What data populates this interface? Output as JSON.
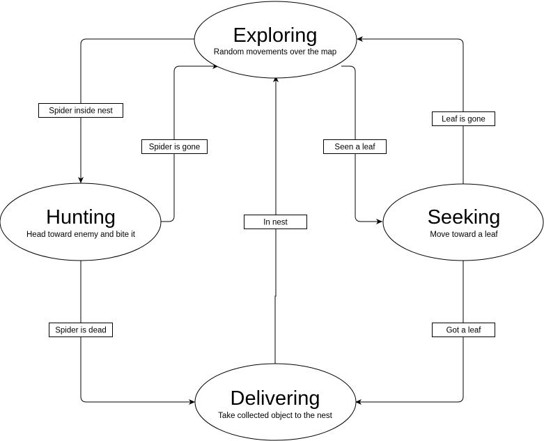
{
  "states": {
    "exploring": {
      "title": "Exploring",
      "description": "Random movements over the map"
    },
    "hunting": {
      "title": "Hunting",
      "description": "Head toward enemy and bite it"
    },
    "seeking": {
      "title": "Seeking",
      "description": "Move toward a leaf"
    },
    "delivering": {
      "title": "Delivering",
      "description": "Take collected object to the nest"
    }
  },
  "transitions": {
    "spider_inside_nest": "Spider inside nest",
    "spider_is_gone": "Spider is gone",
    "seen_a_leaf": "Seen a leaf",
    "leaf_is_gone": "Leaf is gone",
    "in_nest": "In nest",
    "spider_is_dead": "Spider is dead",
    "got_a_leaf": "Got a leaf"
  }
}
